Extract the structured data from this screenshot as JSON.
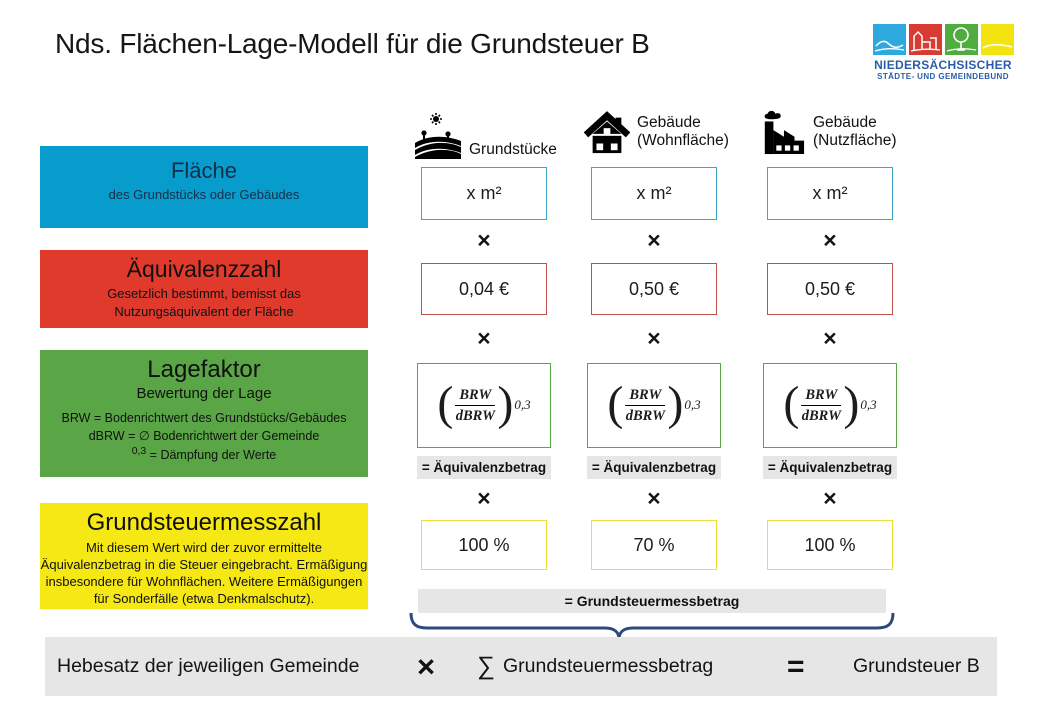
{
  "title": "Nds. Flächen-Lage-Modell für die Grundsteuer B",
  "logo": {
    "line1": "NIEDERSÄCHSISCHER",
    "line2": "STÄDTE- UND GEMEINDEBUND"
  },
  "left_panel": {
    "flaeche": {
      "title": "Fläche",
      "subtitle": "des Grundstücks oder Gebäudes"
    },
    "aequivalenzzahl": {
      "title": "Äquivalenzzahl",
      "line1": "Gesetzlich bestimmt,  bemisst das",
      "line2": "Nutzungsäquivalent der Fläche"
    },
    "lagefaktor": {
      "title": "Lagefaktor",
      "subtitle": "Bewertung der Lage",
      "def1": "BRW = Bodenrichtwert des Grundstücks/Gebäudes",
      "def2": "dBRW = ∅ Bodenrichtwert der Gemeinde",
      "def3_sup": "0,3",
      "def3_rest": " = Dämpfung der Werte"
    },
    "grundsteuermesszahl": {
      "title": "Grundsteuermesszahl",
      "line1": "Mit diesem Wert wird der zuvor ermittelte",
      "line2": "Äquivalenzbetrag in die Steuer  eingebracht.  Ermäßigung",
      "line3": "insbesondere für Wohnflächen. Weitere Ermäßigungen",
      "line4": "für Sonderfälle (etwa Denkmalschutz)."
    }
  },
  "columns": [
    {
      "icon": "field-icon",
      "label_line1": "Grundstücke",
      "label_line2": "",
      "area": "x m²",
      "rate": "0,04 €",
      "percent": "100 %"
    },
    {
      "icon": "house-icon",
      "label_line1": "Gebäude",
      "label_line2": "(Wohnfläche)",
      "area": "x m²",
      "rate": "0,50 €",
      "percent": "70 %"
    },
    {
      "icon": "factory-icon",
      "label_line1": "Gebäude",
      "label_line2": "(Nutzfläche)",
      "area": "x m²",
      "rate": "0,50 €",
      "percent": "100 %"
    }
  ],
  "formula": {
    "open": "(",
    "numerator": "BRW",
    "denominator": "dBRW",
    "close": ")",
    "exponent": "0,3"
  },
  "operators": {
    "multiply": "×"
  },
  "result_bars": {
    "aequivalenzbetrag": "= Äquivalenzbetrag",
    "grundsteuermessbetrag": "= Grundsteuermessbetrag"
  },
  "footer": {
    "hebesatz": "Hebesatz der jeweiligen Gemeinde",
    "multiply": "×",
    "sum_symbol": "∑",
    "messbetrag": "Grundsteuermessbetrag",
    "equals": "=",
    "result": "Grundsteuer B"
  },
  "colors": {
    "flaeche_blue": "#089ccd",
    "aequivalenz_red": "#e03a2d",
    "lagefaktor_green": "#5aa646",
    "messzahl_yellow": "#f5e814",
    "area_border": "#3ba7cb",
    "rate_border": "#c0504d",
    "formula_border": "#5aa545",
    "percent_border": "#ecde3a",
    "bar_gray": "#e7e6e6",
    "brace_blue": "#2c4a7c",
    "logo_text_blue": "#2a5caa"
  }
}
